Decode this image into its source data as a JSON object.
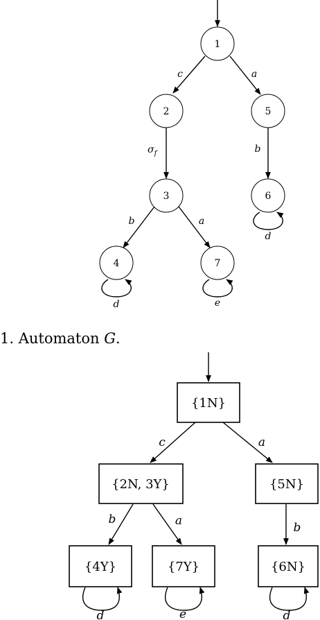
{
  "automaton_g": {
    "nodes": [
      "1",
      "2",
      "3",
      "4",
      "5",
      "6",
      "7"
    ],
    "edge_labels": {
      "e_1_2": "c",
      "e_1_5": "a",
      "e_2_3": "σ",
      "e_2_3_sub": "f",
      "e_5_6": "b",
      "e_3_4": "b",
      "e_3_7": "a",
      "loop_4": "d",
      "loop_7": "e",
      "loop_6": "d"
    }
  },
  "caption": {
    "prefix": "1. Automaton ",
    "name": "G",
    "suffix": "."
  },
  "diagnoser": {
    "nodes": {
      "s1": "{1N}",
      "s2": "{2N, 3Y}",
      "s5": "{5N}",
      "s4": "{4Y}",
      "s7": "{7Y}",
      "s6": "{6N}"
    },
    "edge_labels": {
      "e_1_2": "c",
      "e_1_5": "a",
      "e_2_4": "b",
      "e_2_7": "a",
      "e_5_6": "b",
      "loop_4": "d",
      "loop_7": "e",
      "loop_6": "d"
    }
  }
}
